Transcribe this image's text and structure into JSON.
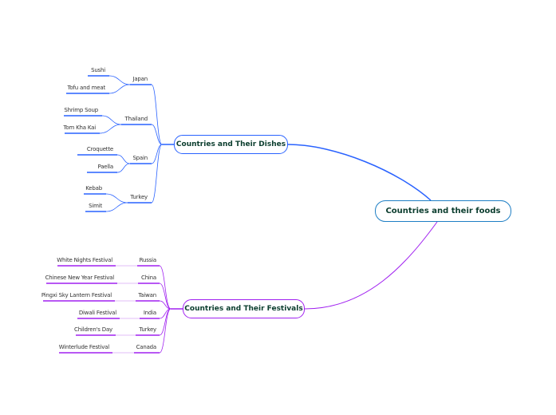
{
  "root": {
    "label": "Countries and their foods"
  },
  "colors": {
    "dishes": "#2962ff",
    "festivals": "#a020f0",
    "root_border": "#1f7fc4"
  },
  "dishes": {
    "label": "Countries and Their Dishes",
    "countries": [
      {
        "name": "Japan",
        "items": [
          "Sushi",
          "Tofu and meat"
        ]
      },
      {
        "name": "Thailand",
        "items": [
          "Shrimp Soup",
          "Tom Kha Kai"
        ]
      },
      {
        "name": "Spain",
        "items": [
          "Croquette",
          "Paella"
        ]
      },
      {
        "name": "Turkey",
        "items": [
          "Kebab",
          "Simit"
        ]
      }
    ]
  },
  "festivals": {
    "label": "Countries and Their Festivals",
    "countries": [
      {
        "name": "Russia",
        "item": "White Nights Festival"
      },
      {
        "name": "China",
        "item": "Chinese New Year Festival"
      },
      {
        "name": "Taiwan",
        "item": "Pingxi Sky Lantern Festival"
      },
      {
        "name": "India",
        "item": "Diwali Festival"
      },
      {
        "name": "Turkey",
        "item": "Children's Day"
      },
      {
        "name": "Canada",
        "item": "Winterlude Festival"
      }
    ]
  }
}
